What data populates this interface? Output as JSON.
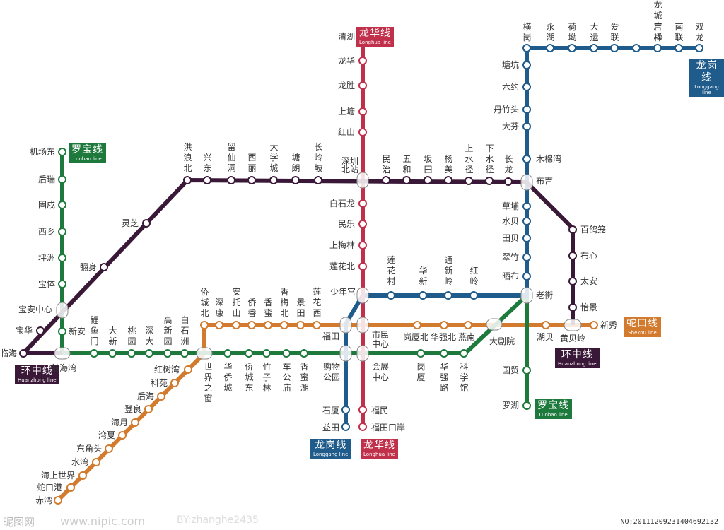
{
  "colors": {
    "luobao": "#1e7a3c",
    "longhua": "#c1304a",
    "longgang": "#1f5b8b",
    "huanzhong": "#3a1838",
    "shekou": "#d27b2e"
  },
  "lines": {
    "luobao": {
      "cn": "罗宝线",
      "en": "Luobao line"
    },
    "longhua": {
      "cn": "龙华线",
      "en": "Longhua line"
    },
    "longgang": {
      "cn": "龙岗线",
      "en": "Longgang line"
    },
    "huanzhong": {
      "cn": "环中线",
      "en": "Huanzhong line"
    },
    "shekou": {
      "cn": "蛇口线",
      "en": "Shekou line"
    }
  },
  "stations": {
    "longhua": [
      "清湖",
      "龙华",
      "龙胜",
      "上塘",
      "红山",
      "深圳北站",
      "白石龙",
      "民乐",
      "上梅林",
      "莲花北",
      "少年宫",
      "市民中心",
      "会展中心",
      "福民",
      "福田口岸"
    ],
    "longgang": [
      "双龙",
      "南联",
      "吉祥",
      "龙城广场",
      "爱联",
      "大运",
      "荷坳",
      "永湖",
      "横岗",
      "塘坑",
      "六约",
      "丹竹头",
      "大芬",
      "木棉湾",
      "布吉",
      "草埔",
      "水贝",
      "田贝",
      "翠竹",
      "晒布",
      "老街",
      "红岭",
      "通新岭",
      "华新",
      "莲花村",
      "少年宫",
      "福田",
      "购物公园",
      "石厦",
      "益田"
    ],
    "luobao": [
      "机场东",
      "后瑞",
      "固戍",
      "西乡",
      "坪洲",
      "宝体",
      "宝安中心",
      "新安",
      "前海湾",
      "鲤鱼门",
      "大新",
      "桃园",
      "深大",
      "高新园",
      "白石洲",
      "世界之窗",
      "华侨城",
      "侨城东",
      "竹子林",
      "车公庙",
      "香蜜湖",
      "购物公园",
      "会展中心",
      "岗厦",
      "华强路",
      "科学馆",
      "大剧院",
      "老街",
      "国贸",
      "罗湖"
    ],
    "huanzhong": [
      "前海湾",
      "临海",
      "宝华",
      "宝安中心",
      "翻身",
      "灵芝",
      "洪浪北",
      "兴东",
      "留仙洞",
      "西丽",
      "大学城",
      "塘朗",
      "长岭坡",
      "深圳北站",
      "民治",
      "五和",
      "坂田",
      "杨美",
      "上水径",
      "下水径",
      "长龙",
      "布吉",
      "百鸽笼",
      "布心",
      "太安",
      "怡景",
      "黄贝岭"
    ],
    "shekou": [
      "赤湾",
      "蛇口港",
      "海上世界",
      "水湾",
      "东角头",
      "湾夏",
      "海月",
      "登良",
      "后海",
      "科苑",
      "红树湾",
      "世界之窗",
      "侨城北",
      "深康",
      "安托山",
      "侨香",
      "香蜜",
      "香梅北",
      "景田",
      "莲花西",
      "福田",
      "市民中心",
      "岗厦北",
      "华强北",
      "燕南",
      "大剧院",
      "湖贝",
      "黄贝岭",
      "新秀"
    ]
  },
  "watermark": {
    "logo": "昵图网",
    "url": "www.nipic.com",
    "by": "BY:zhanghe2435"
  },
  "stamp": "NO:20111209231404692132"
}
